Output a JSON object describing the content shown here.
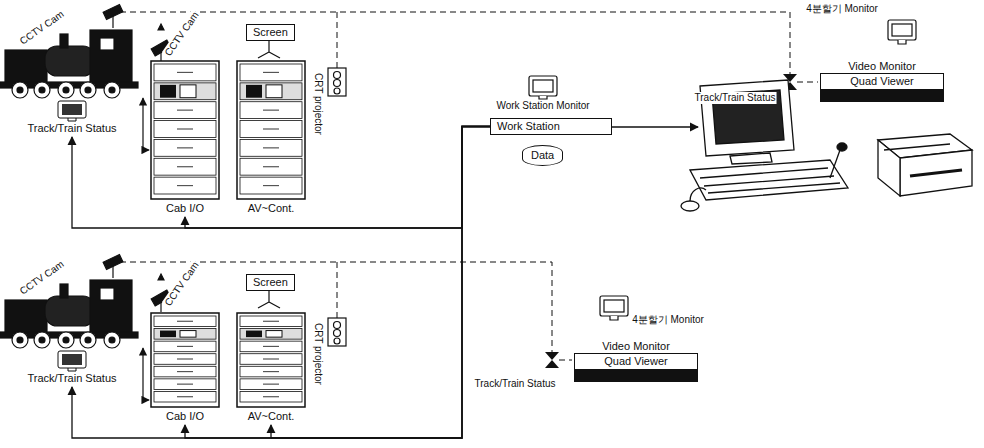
{
  "diagram": {
    "nodes": [
      {
        "text": [
          "Screen"
        ]
      },
      {
        "text": [
          "Track/Train Status"
        ]
      },
      {
        "text": [
          "Cab I/O"
        ]
      },
      {
        "text": [
          "AV~Cont."
        ]
      },
      {
        "text": [
          "Video Monitor",
          "Quad Viewer"
        ]
      },
      {
        "text": [
          "Work Station"
        ]
      },
      {
        "text": [
          "Data"
        ]
      },
      {
        "text": [
          "Screen"
        ]
      },
      {
        "text": [
          "Track/Train Status"
        ]
      },
      {
        "text": [
          "Cab I/O"
        ]
      },
      {
        "text": [
          "AV~Cont."
        ]
      },
      {
        "text": [
          "Video Monitor",
          "Quad Viewer"
        ]
      }
    ],
    "edges": [
      {
        "from": 5,
        "to": 1,
        "arrow": "to"
      },
      {
        "from": 5,
        "to": 2,
        "arrow": "to"
      },
      {
        "from": 5,
        "to": 8,
        "arrow": "to"
      },
      {
        "from": 5,
        "to": 9,
        "arrow": "to"
      },
      {
        "from": 5,
        "to": 10,
        "arrow": "to"
      }
    ],
    "labels": [
      "CCTV Cam",
      "CCTV Cam",
      "CRT projector",
      "4분할기 Monitor",
      "Track/Train Status",
      "Work Station Monitor",
      "CCTV Cam",
      "CCTV Cam",
      "CRT projector",
      "4분할기 Monitor",
      "Track/Train Status"
    ]
  }
}
